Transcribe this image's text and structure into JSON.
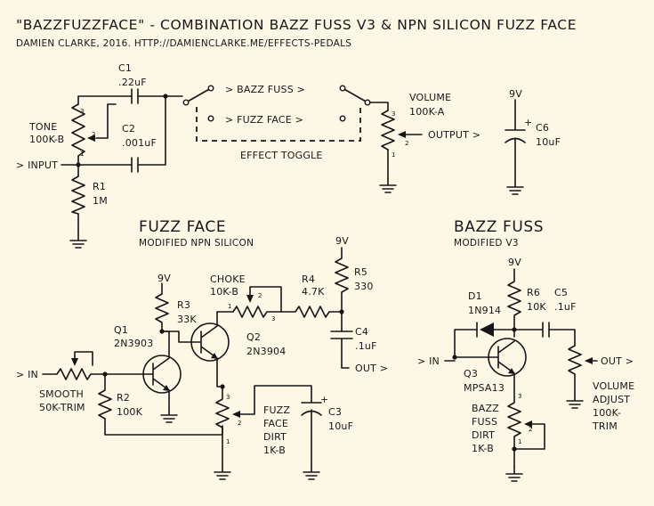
{
  "title": "\"BAZZFUZZFACE\" - COMBINATION BAZZ FUSS V3 & NPN SILICON FUZZ FACE",
  "subtitle": "DAMIEN CLARKE, 2016. HTTP://DAMIENCLARKE.ME/EFFECTS-PEDALS",
  "toggle": {
    "bazz_fuss": "> BAZZ FUSS >",
    "fuzz_face": "> FUZZ FACE >",
    "label": "EFFECT TOGGLE"
  },
  "io": {
    "input": "> INPUT",
    "output": "OUTPUT >"
  },
  "components": {
    "c1": {
      "ref": "C1",
      "value": ".22uF"
    },
    "c2": {
      "ref": "C2",
      "value": ".001uF"
    },
    "tone": {
      "ref": "TONE",
      "value": "100K-B"
    },
    "r1": {
      "ref": "R1",
      "value": "1M"
    },
    "volume": {
      "ref": "VOLUME",
      "value": "100K-A"
    },
    "v9_top": "9V",
    "c6": {
      "plus": "+",
      "ref": "C6",
      "value": "10uF"
    }
  },
  "fuzz_face": {
    "heading": "FUZZ FACE",
    "subheading": "MODIFIED NPN SILICON",
    "v9_a": "9V",
    "v9_b": "9V",
    "r3": {
      "ref": "R3",
      "value": "33K"
    },
    "q1": {
      "ref": "Q1",
      "value": "2N3903"
    },
    "q2": {
      "ref": "Q2",
      "value": "2N3904"
    },
    "choke": {
      "ref": "CHOKE",
      "value": "10K-B"
    },
    "r4": {
      "ref": "R4",
      "value": "4.7K"
    },
    "r5": {
      "ref": "R5",
      "value": "330"
    },
    "c4": {
      "ref": "C4",
      "value": ".1uF"
    },
    "out": "OUT >",
    "in": "> IN",
    "smooth": {
      "ref": "SMOOTH",
      "value": "50K-TRIM"
    },
    "r2": {
      "ref": "R2",
      "value": "100K"
    },
    "dirt": [
      "FUZZ",
      "FACE",
      "DIRT",
      "1K-B"
    ],
    "c3": {
      "plus": "+",
      "ref": "C3",
      "value": "10uF"
    }
  },
  "bazz_fuss": {
    "heading": "BAZZ FUSS",
    "subheading": "MODIFIED V3",
    "v9": "9V",
    "d1": {
      "ref": "D1",
      "value": "1N914"
    },
    "r6": {
      "ref": "R6",
      "value": "10K"
    },
    "c5": {
      "ref": "C5",
      "value": ".1uF"
    },
    "in": "> IN",
    "out": "OUT >",
    "q3": {
      "ref": "Q3",
      "value": "MPSA13"
    },
    "dirt": [
      "BAZZ",
      "FUSS",
      "DIRT",
      "1K-B"
    ],
    "volume_adjust": [
      "VOLUME",
      "ADJUST",
      "100K-",
      "TRIM"
    ]
  },
  "pot_pins": {
    "p1": "1",
    "p2": "2",
    "p3": "3"
  }
}
